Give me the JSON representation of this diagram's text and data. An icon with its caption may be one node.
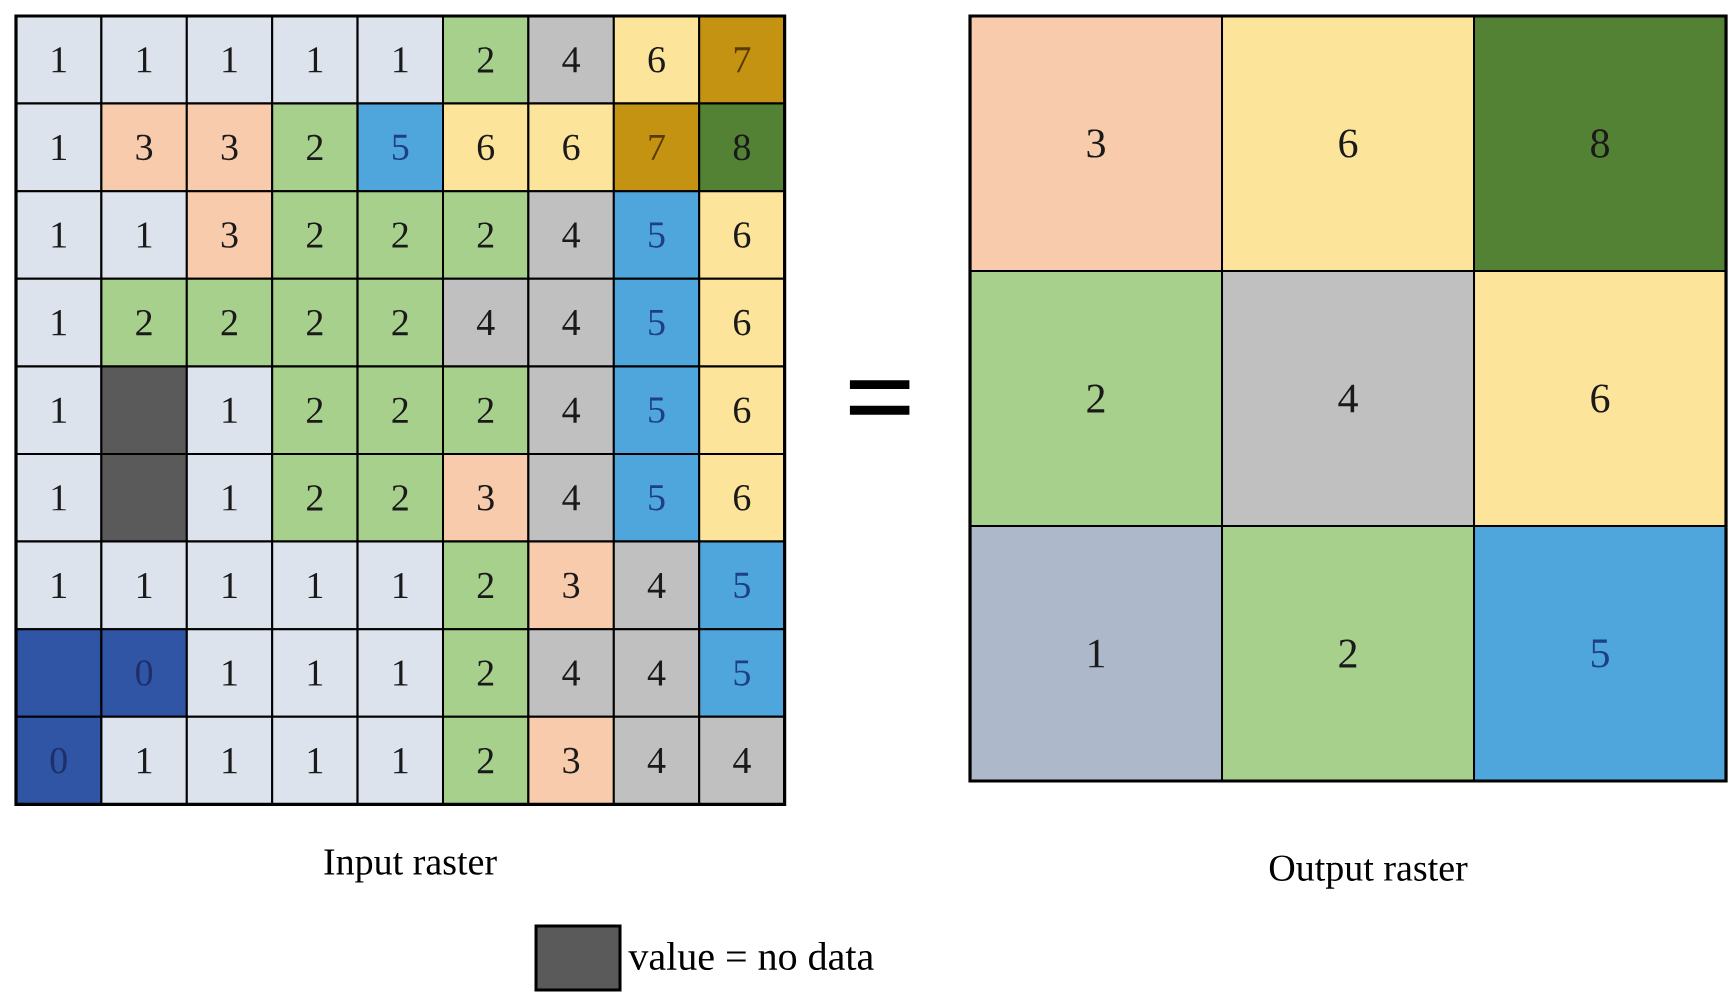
{
  "diagram": {
    "labels": [
      "1",
      "1",
      "1",
      "1",
      "1",
      "2",
      "4",
      "6",
      "7",
      "1",
      "3",
      "3",
      "2",
      "5",
      "6",
      "6",
      "7",
      "8",
      "1",
      "1",
      "3",
      "2",
      "2",
      "2",
      "4",
      "5",
      "6",
      "1",
      "2",
      "2",
      "2",
      "2",
      "4",
      "4",
      "5",
      "6",
      "1",
      "1",
      "2",
      "2",
      "2",
      "4",
      "5",
      "6",
      "1",
      "1",
      "2",
      "2",
      "3",
      "4",
      "5",
      "6",
      "1",
      "1",
      "1",
      "1",
      "1",
      "2",
      "3",
      "4",
      "5",
      "0",
      "1",
      "1",
      "1",
      "2",
      "4",
      "4",
      "5",
      "0",
      "1",
      "1",
      "1",
      "1",
      "2",
      "3",
      "4",
      "4",
      "3",
      "6",
      "8",
      "2",
      "4",
      "6",
      "1",
      "2",
      "5",
      "=",
      "Input raster",
      "Output raster"
    ],
    "legend": [
      {
        "text": "value = no data",
        "color": "#5a5a5a"
      }
    ]
  }
}
